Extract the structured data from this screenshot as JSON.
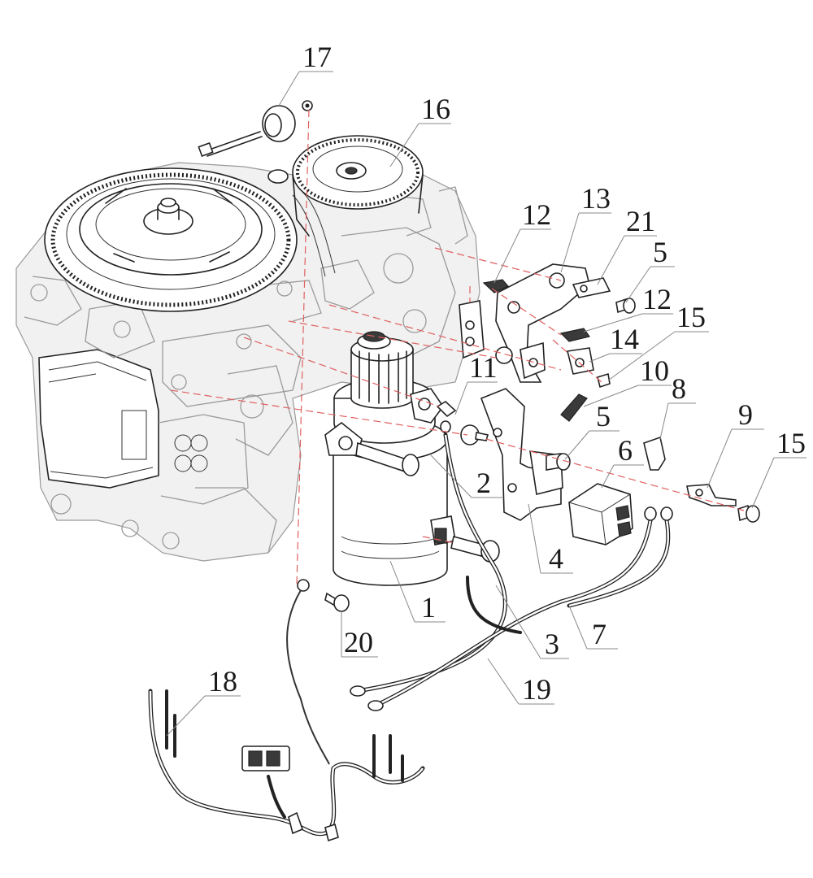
{
  "diagram": {
    "callouts": [
      {
        "id": "c1",
        "label": "1"
      },
      {
        "id": "c2",
        "label": "2"
      },
      {
        "id": "c3",
        "label": "3"
      },
      {
        "id": "c4",
        "label": "4"
      },
      {
        "id": "c5a",
        "label": "5"
      },
      {
        "id": "c5b",
        "label": "5"
      },
      {
        "id": "c6",
        "label": "6"
      },
      {
        "id": "c7",
        "label": "7"
      },
      {
        "id": "c8",
        "label": "8"
      },
      {
        "id": "c9",
        "label": "9"
      },
      {
        "id": "c10",
        "label": "10"
      },
      {
        "id": "c11",
        "label": "11"
      },
      {
        "id": "c12a",
        "label": "12"
      },
      {
        "id": "c12b",
        "label": "12"
      },
      {
        "id": "c13",
        "label": "13"
      },
      {
        "id": "c14",
        "label": "14"
      },
      {
        "id": "c15a",
        "label": "15"
      },
      {
        "id": "c15b",
        "label": "15"
      },
      {
        "id": "c16",
        "label": "16"
      },
      {
        "id": "c17",
        "label": "17"
      },
      {
        "id": "c18",
        "label": "18"
      },
      {
        "id": "c19",
        "label": "19"
      },
      {
        "id": "c20",
        "label": "20"
      },
      {
        "id": "c21",
        "label": "21"
      }
    ]
  }
}
